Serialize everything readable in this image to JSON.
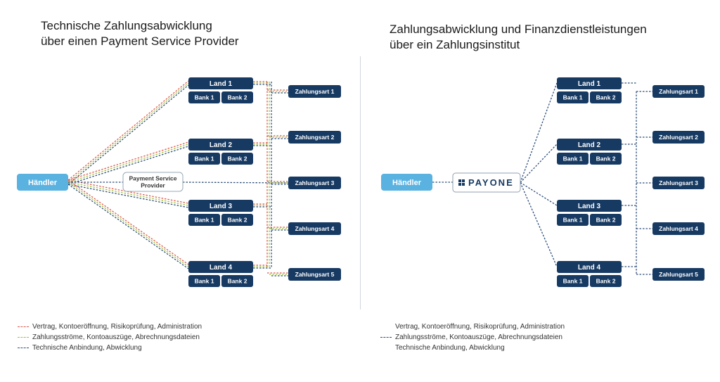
{
  "left": {
    "title": "Technische Zahlungsabwicklung\nüber einen Payment Service Provider",
    "merchant": "Händler",
    "psp": "Payment Service\nProvider",
    "countries": [
      "Land 1",
      "Land 2",
      "Land 3",
      "Land 4"
    ],
    "banks": [
      "Bank 1",
      "Bank 2"
    ],
    "payment_methods": [
      "Zahlungsart 1",
      "Zahlungsart 2",
      "Zahlungsart 3",
      "Zahlungsart 4",
      "Zahlungsart 5"
    ],
    "legend": [
      {
        "label": "Vertrag, Kontoeröffnung, Risikoprüfung, Administration",
        "color": "#e0574c"
      },
      {
        "label": "Zahlungsströme, Kontoauszüge, Abrechnungsdateien",
        "color": "#9fc13a"
      },
      {
        "label": "Technische Anbindung, Abwicklung",
        "color": "#2e4f7a"
      }
    ]
  },
  "right": {
    "title": "Zahlungsabwicklung und Finanzdienstleistungen\nüber ein Zahlungsinstitut",
    "merchant": "Händler",
    "logo_text": "PAYONE",
    "countries": [
      "Land 1",
      "Land 2",
      "Land 3",
      "Land 4"
    ],
    "banks": [
      "Bank 1",
      "Bank 2"
    ],
    "payment_methods": [
      "Zahlungsart 1",
      "Zahlungsart 2",
      "Zahlungsart 3",
      "Zahlungsart 4",
      "Zahlungsart 5"
    ],
    "legend": [
      {
        "label": "Vertrag, Kontoeröffnung, Risikoprüfung, Administration",
        "color": "none"
      },
      {
        "label": "Zahlungsströme, Kontoauszüge, Abrechnungsdateien",
        "color": "#2e4f7a"
      },
      {
        "label": "Technische Anbindung, Abwicklung",
        "color": "none"
      }
    ]
  },
  "colors": {
    "navy": "#173a63",
    "merchant_blue": "#5ab2e0",
    "red": "#e0574c",
    "green": "#9fc13a",
    "blue_line": "#2e4f7a"
  }
}
